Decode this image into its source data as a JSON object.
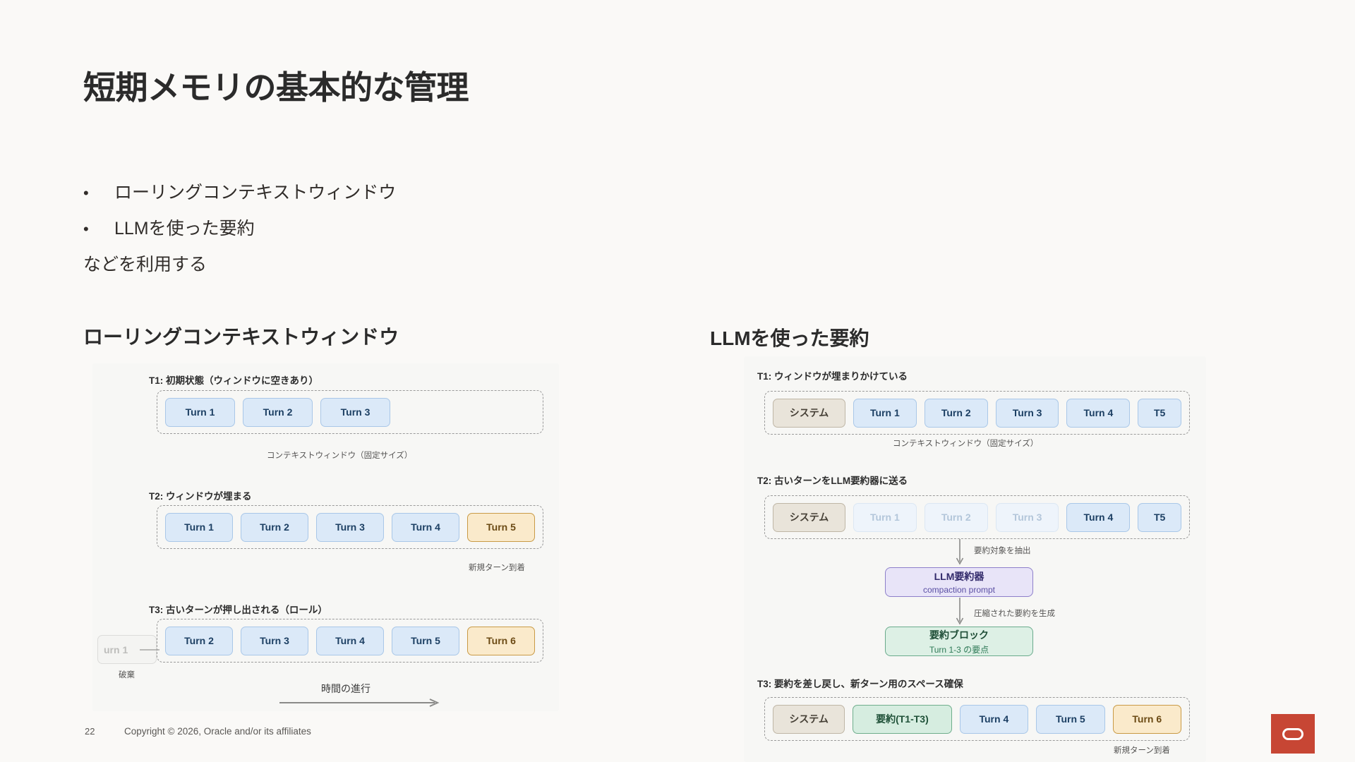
{
  "slide": {
    "title": "短期メモリの基本的な管理",
    "bullets": [
      {
        "marker": "•",
        "text": "ローリングコンテキストウィンドウ"
      },
      {
        "marker": "•",
        "text": "LLMを使った要約"
      }
    ],
    "tail": "などを利用する"
  },
  "left_diagram": {
    "heading": "ローリングコンテキストウィンドウ",
    "steps": [
      {
        "label": "T1: 初期状態（ウィンドウに空きあり）",
        "chips": [
          {
            "text": "Turn 1",
            "style": "blue"
          },
          {
            "text": "Turn 2",
            "style": "blue"
          },
          {
            "text": "Turn 3",
            "style": "blue"
          }
        ],
        "caption": "コンテキストウィンドウ（固定サイズ）"
      },
      {
        "label": "T2: ウィンドウが埋まる",
        "chips": [
          {
            "text": "Turn 1",
            "style": "blue"
          },
          {
            "text": "Turn 2",
            "style": "blue"
          },
          {
            "text": "Turn 3",
            "style": "blue"
          },
          {
            "text": "Turn 4",
            "style": "blue"
          },
          {
            "text": "Turn 5",
            "style": "orange"
          }
        ],
        "caption": "新規ターン到着"
      },
      {
        "label": "T3: 古いターンが押し出される（ロール）",
        "chips": [
          {
            "text": "Turn 2",
            "style": "blue"
          },
          {
            "text": "Turn 3",
            "style": "blue"
          },
          {
            "text": "Turn 4",
            "style": "blue"
          },
          {
            "text": "Turn 5",
            "style": "blue"
          },
          {
            "text": "Turn 6",
            "style": "orange"
          }
        ],
        "caption": ""
      }
    ],
    "discard_chip": "urn 1",
    "discard_caption": "破棄",
    "time_label": "時間の進行"
  },
  "right_diagram": {
    "heading": "LLMを使った要約",
    "steps": [
      {
        "label": "T1: ウィンドウが埋まりかけている",
        "chips": [
          {
            "text": "システム",
            "style": "sys"
          },
          {
            "text": "Turn 1",
            "style": "blue"
          },
          {
            "text": "Turn 2",
            "style": "blue"
          },
          {
            "text": "Turn 3",
            "style": "blue"
          },
          {
            "text": "Turn 4",
            "style": "blue"
          },
          {
            "text": "T5",
            "style": "blue"
          }
        ],
        "caption": "コンテキストウィンドウ（固定サイズ）"
      },
      {
        "label": "T2: 古いターンをLLM要約器に送る",
        "chips": [
          {
            "text": "システム",
            "style": "sys"
          },
          {
            "text": "Turn 1",
            "style": "ghost"
          },
          {
            "text": "Turn 2",
            "style": "ghost"
          },
          {
            "text": "Turn 3",
            "style": "ghost"
          },
          {
            "text": "Turn 4",
            "style": "blue"
          },
          {
            "text": "T5",
            "style": "blue"
          }
        ],
        "caption": ""
      },
      {
        "label": "T3: 要約を差し戻し、新ターン用のスペース確保",
        "chips": [
          {
            "text": "システム",
            "style": "sys"
          },
          {
            "text": "要約(T1-T3)",
            "style": "green"
          },
          {
            "text": "Turn 4",
            "style": "blue"
          },
          {
            "text": "Turn 5",
            "style": "blue"
          },
          {
            "text": "Turn 6",
            "style": "orange"
          }
        ],
        "caption": "新規ターン到着"
      }
    ],
    "arrow1_caption": "要約対象を抽出",
    "arrow2_caption": "圧縮された要約を生成",
    "llm_box": {
      "title": "LLM要約器",
      "subtitle": "compaction prompt"
    },
    "summary_box": {
      "title": "要約ブロック",
      "subtitle": "Turn 1-3 の要点"
    }
  },
  "footer": {
    "page_number": "22",
    "copyright": "Copyright © 2026, Oracle and/or its affiliates",
    "logo": "oracle-logo"
  },
  "colors": {
    "slide_background": "#faf9f7",
    "panel_background": "#f7f7f5",
    "title_text": "#2b2b2b",
    "chip_blue_fill": "#dbe9f8",
    "chip_blue_border": "#a9c7e8",
    "chip_orange_fill": "#faeacb",
    "chip_orange_border": "#c99a45",
    "chip_system_fill": "#e9e4da",
    "chip_green_fill": "#d6ede0",
    "llm_box_fill": "#e8e4f8",
    "summary_box_fill": "#ddf0e5",
    "oracle_red": "#c74634"
  }
}
